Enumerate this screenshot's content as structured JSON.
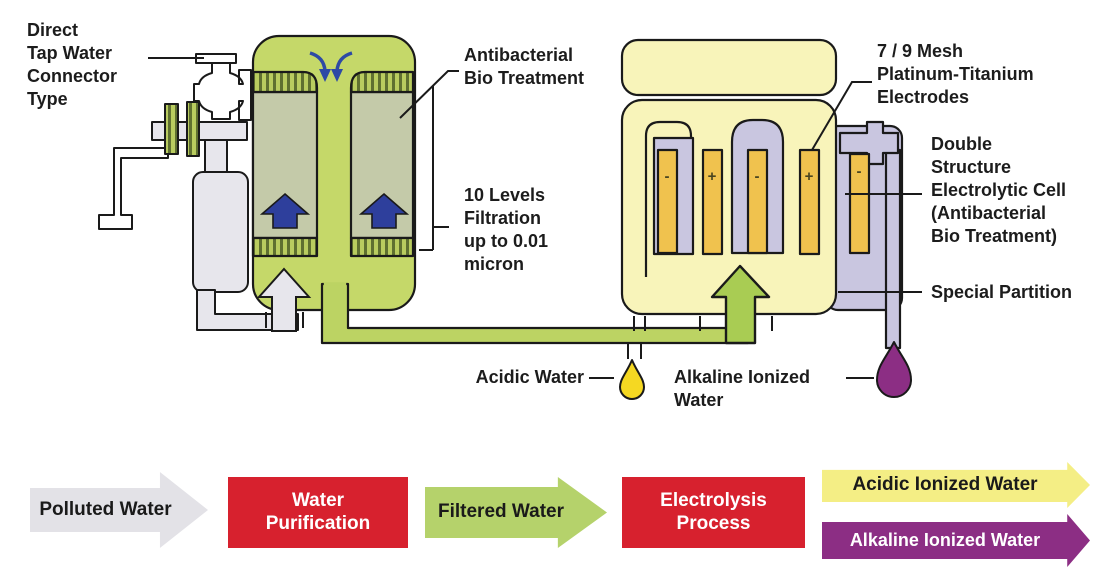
{
  "diagram": {
    "labels": {
      "tap_connector": "Direct\nTap Water\nConnector\nType",
      "bio_treatment": "Antibacterial\nBio Treatment",
      "filtration": "10 Levels\nFiltration\nup to 0.01\nmicron",
      "mesh_electrodes": "7 / 9 Mesh\nPlatinum-Titanium\nElectrodes",
      "electrolytic_cell": "Double\nStructure\nElectrolytic Cell\n(Antibacterial\nBio Treatment)",
      "special_partition": "Special Partition",
      "acidic_water": "Acidic Water",
      "alkaline_ionized_water": "Alkaline Ionized\nWater"
    },
    "electrodes": [
      {
        "sign": "-"
      },
      {
        "sign": "+"
      },
      {
        "sign": "-"
      },
      {
        "sign": "+"
      },
      {
        "sign": "-"
      }
    ],
    "colors": {
      "filter_tank_green": "#c5d869",
      "cartridge_gray_green": "#c4caa9",
      "pipe_gray": "#e7e6ec",
      "flow_arrow_blue": "#2e3f9c",
      "cell_pale_yellow": "#f8f4ba",
      "partition_lavender": "#c9c6e0",
      "electrode_gold": "#f0c24e",
      "acidic_drop_yellow": "#f5d822",
      "alkaline_drop_purple": "#8c2e84"
    }
  },
  "flow": {
    "steps": [
      {
        "label": "Polluted Water",
        "shape": "arrow",
        "color": "#e3e2e7",
        "text_color": "#1a1a1a"
      },
      {
        "label": "Water Purification",
        "shape": "box",
        "color": "#d7212e",
        "text_color": "#ffffff"
      },
      {
        "label": "Filtered Water",
        "shape": "arrow",
        "color": "#b5d26b",
        "text_color": "#1a1a1a"
      },
      {
        "label": "Electrolysis Process",
        "shape": "box",
        "color": "#d7212e",
        "text_color": "#ffffff"
      },
      {
        "label": "Acidic Ionized Water",
        "shape": "arrow",
        "color": "#f4ee85",
        "text_color": "#1a1a1a"
      },
      {
        "label": "Alkaline Ionized Water",
        "shape": "arrow",
        "color": "#8c2e84",
        "text_color": "#ffffff"
      }
    ]
  }
}
